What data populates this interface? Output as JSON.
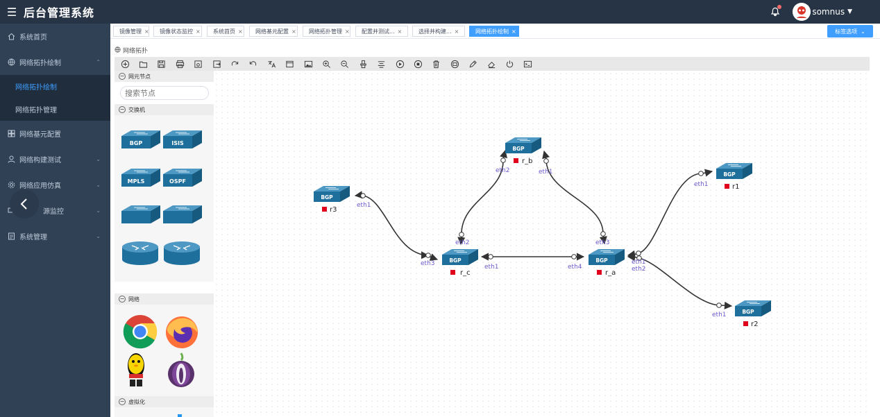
{
  "app": {
    "title": "后台管理系统",
    "user": "somnus"
  },
  "sidebar": {
    "items": [
      {
        "label": "系统首页",
        "icon": "home-icon"
      },
      {
        "label": "网络拓扑绘制",
        "icon": "globe-icon",
        "expanded": true,
        "children": [
          {
            "label": "网络拓扑绘制",
            "active": true
          },
          {
            "label": "网络拓扑管理",
            "active": false
          }
        ]
      },
      {
        "label": "网络基元配置",
        "icon": "grid-icon"
      },
      {
        "label": "网络构建测试",
        "icon": "user-icon"
      },
      {
        "label": "网络应用仿真",
        "icon": "gear-icon"
      },
      {
        "label": "源监控",
        "icon": "monitor-icon"
      },
      {
        "label": "系统管理",
        "icon": "document-icon"
      }
    ]
  },
  "tabs": [
    {
      "label": "镜像管理"
    },
    {
      "label": "镜像状态监控"
    },
    {
      "label": "系统首页"
    },
    {
      "label": "网络基元配置"
    },
    {
      "label": "网络拓扑管理"
    },
    {
      "label": "配置并测试..."
    },
    {
      "label": "选择并构建..."
    },
    {
      "label": "网络拓扑绘制",
      "active": true
    }
  ],
  "tab_options_label": "标签选项",
  "breadcrumb": "网络拓扑",
  "toolbar_icons": [
    "new-icon",
    "open-folder-icon",
    "save-icon",
    "print-icon",
    "save-as-icon",
    "export-icon",
    "redo-icon",
    "undo-icon",
    "translate-icon",
    "window-icon",
    "image-icon",
    "zoom-in-icon",
    "zoom-out-icon",
    "brush-icon",
    "align-icon",
    "play-icon",
    "stop-icon",
    "trash-icon",
    "printer-icon",
    "pencil-icon",
    "eraser-icon",
    "power-icon",
    "terminal-icon"
  ],
  "palette": {
    "section_nodes": "网元节点",
    "search_placeholder": "搜索节点",
    "section_switch": "交换机",
    "switches": [
      "BGP",
      "ISIS",
      "MPLS",
      "OSPF",
      "",
      ""
    ],
    "section_network": "网络",
    "section_virtual": "虚拟化"
  },
  "colors": {
    "sidebar": "#304156",
    "header": "#263445",
    "accent": "#409eff",
    "switch": "#1f6f9c",
    "status": "#e0001b"
  },
  "topology": {
    "nodes": [
      {
        "id": "r_b",
        "label": "r_b",
        "badge": "BGP"
      },
      {
        "id": "r3",
        "label": "r3",
        "badge": "BGP"
      },
      {
        "id": "r_c",
        "label": "r_c",
        "badge": "BGP"
      },
      {
        "id": "r_a",
        "label": "r_a",
        "badge": "BGP"
      },
      {
        "id": "r1",
        "label": "r1",
        "badge": "BGP"
      },
      {
        "id": "r2",
        "label": "r2",
        "badge": "BGP"
      }
    ],
    "links": [
      {
        "from": "r3",
        "from_port": "eth1",
        "to": "r_c",
        "to_port": "eth3"
      },
      {
        "from": "r_c",
        "from_port": "eth2",
        "to": "r_b",
        "to_port": "eth2"
      },
      {
        "from": "r_b",
        "from_port": "eth1",
        "to": "r_a",
        "to_port": "eth3"
      },
      {
        "from": "r_a",
        "from_port": "eth4",
        "to": "r_c",
        "to_port": "eth1"
      },
      {
        "from": "r_a",
        "from_port": "eth1",
        "to": "r1",
        "to_port": "eth1"
      },
      {
        "from": "r_a",
        "from_port": "eth2",
        "to": "r2",
        "to_port": "eth1"
      }
    ]
  }
}
